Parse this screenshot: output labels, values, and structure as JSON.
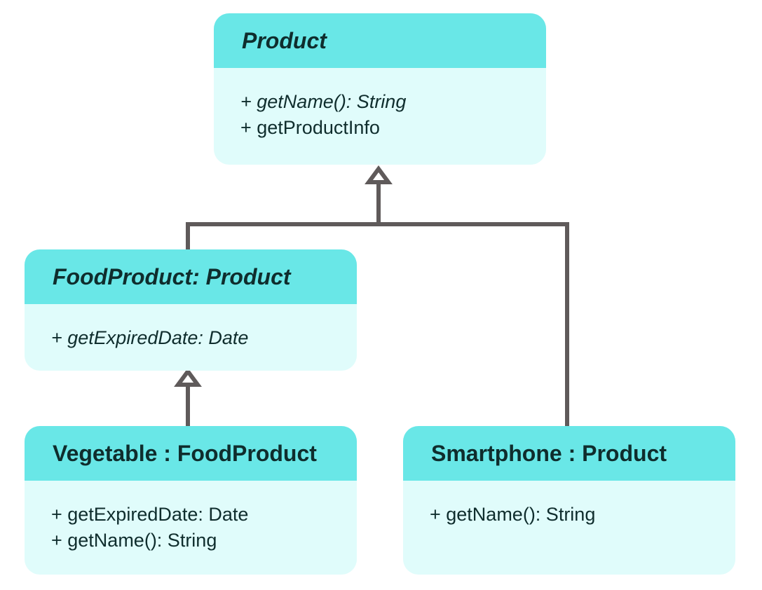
{
  "classes": {
    "product": {
      "name": "Product",
      "methods": [
        "+ getName(): String",
        "+ getProductInfo"
      ]
    },
    "food_product": {
      "name": "FoodProduct: Product",
      "methods": [
        "+ getExpiredDate: Date"
      ]
    },
    "vegetable": {
      "name": "Vegetable : FoodProduct",
      "methods": [
        "+ getExpiredDate: Date",
        "+ getName(): String"
      ]
    },
    "smartphone": {
      "name": "Smartphone : Product",
      "methods": [
        "+ getName(): String"
      ]
    }
  },
  "relationships": [
    {
      "type": "inheritance",
      "from": "FoodProduct",
      "to": "Product"
    },
    {
      "type": "inheritance",
      "from": "Smartphone",
      "to": "Product"
    },
    {
      "type": "inheritance",
      "from": "Vegetable",
      "to": "FoodProduct"
    }
  ],
  "colors": {
    "header": "#69e7e7",
    "body": "#e0fcfb",
    "text": "#0f2d2d",
    "connector": "#5f5a5a"
  }
}
